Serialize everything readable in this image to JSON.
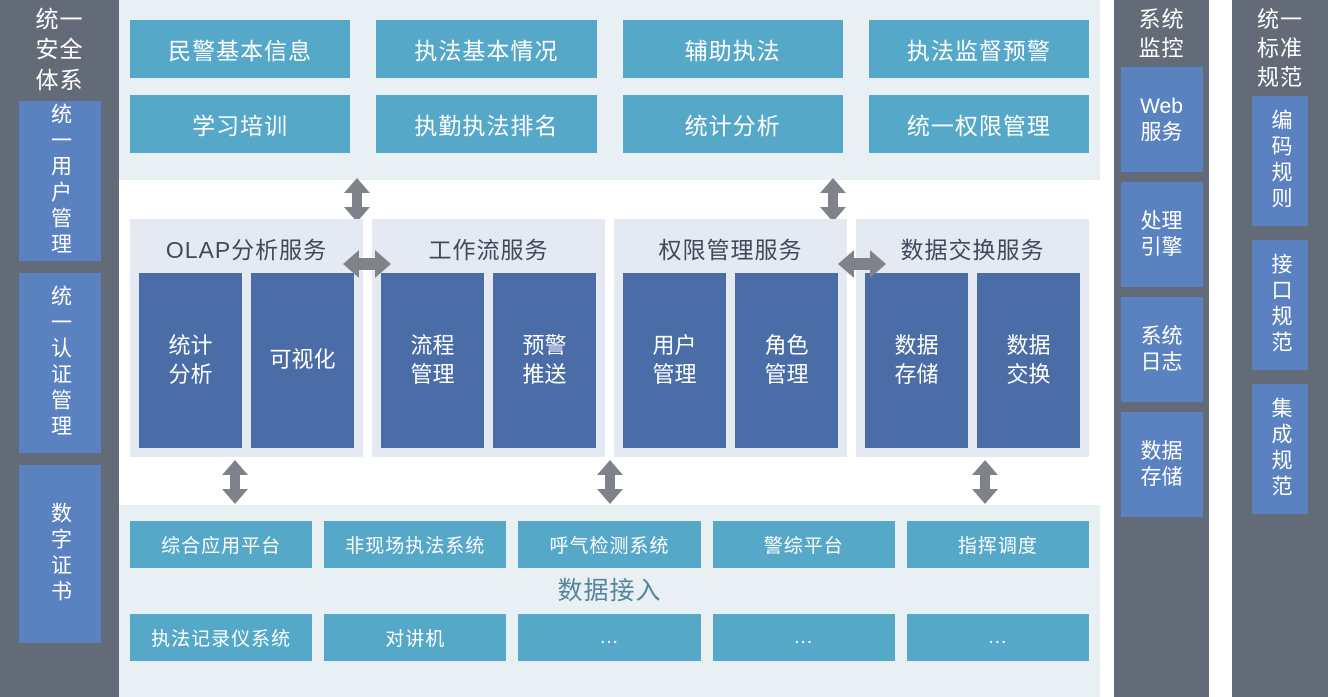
{
  "colors": {
    "teal": "#55a8c8",
    "dark_blue": "#4a6da7",
    "side_blue": "#5b82c0",
    "sidebar_gray": "#646b78",
    "panel_light_blue": "#e9f0f3",
    "panel_lavender": "#e4e9f2",
    "arrow_gray": "#7f8389",
    "caption_teal": "#53869c"
  },
  "left_sidebar": {
    "title": "统一\n安全\n体系",
    "items": [
      {
        "label": "统一用户管理"
      },
      {
        "label": "统一认证管理"
      },
      {
        "label": "数字证书"
      }
    ]
  },
  "monitor_sidebar": {
    "title": "系统\n监控",
    "items": [
      {
        "label": "Web\n服务"
      },
      {
        "label": "处理\n引擎"
      },
      {
        "label": "系统\n日志"
      },
      {
        "label": "数据\n存储"
      }
    ]
  },
  "standard_sidebar": {
    "title": "统一\n标准\n规范",
    "items": [
      {
        "label": "编码规则"
      },
      {
        "label": "接口规范"
      },
      {
        "label": "集成规范"
      }
    ]
  },
  "application_layer": {
    "rows": [
      [
        {
          "label": "民警基本信息"
        },
        {
          "label": "执法基本情况"
        },
        {
          "label": "辅助执法"
        },
        {
          "label": "执法监督预警"
        }
      ],
      [
        {
          "label": "学习培训"
        },
        {
          "label": "执勤执法排名"
        },
        {
          "label": "统计分析"
        },
        {
          "label": "统一权限管理"
        }
      ]
    ]
  },
  "service_layer": {
    "panels": [
      {
        "title": "OLAP分析服务",
        "boxes": [
          {
            "label": "统计\n分析"
          },
          {
            "label": "可视化"
          }
        ]
      },
      {
        "title": "工作流服务",
        "boxes": [
          {
            "label": "流程\n管理"
          },
          {
            "label": "预警\n推送"
          }
        ]
      },
      {
        "title": "权限管理服务",
        "boxes": [
          {
            "label": "用户\n管理"
          },
          {
            "label": "角色\n管理"
          }
        ]
      },
      {
        "title": "数据交换服务",
        "boxes": [
          {
            "label": "数据\n存储"
          },
          {
            "label": "数据\n交换"
          }
        ]
      }
    ]
  },
  "data_layer": {
    "caption": "数据接入",
    "row1": [
      {
        "label": "综合应用平台"
      },
      {
        "label": "非现场执法系统"
      },
      {
        "label": "呼气检测系统"
      },
      {
        "label": "警综平台"
      },
      {
        "label": "指挥调度"
      }
    ],
    "row2": [
      {
        "label": "执法记录仪系统"
      },
      {
        "label": "对讲机"
      },
      {
        "label": "..."
      },
      {
        "label": "..."
      },
      {
        "label": "..."
      }
    ]
  },
  "connectors": {
    "app_to_service": [
      {
        "name": "arrow-app-service-left"
      },
      {
        "name": "arrow-app-service-right"
      }
    ],
    "service_to_service": [
      {
        "name": "arrow-olap-workflow"
      },
      {
        "name": "arrow-perm-exchange"
      }
    ],
    "service_to_data": [
      {
        "name": "arrow-service-data-left"
      },
      {
        "name": "arrow-service-data-mid"
      },
      {
        "name": "arrow-service-data-right"
      }
    ]
  }
}
